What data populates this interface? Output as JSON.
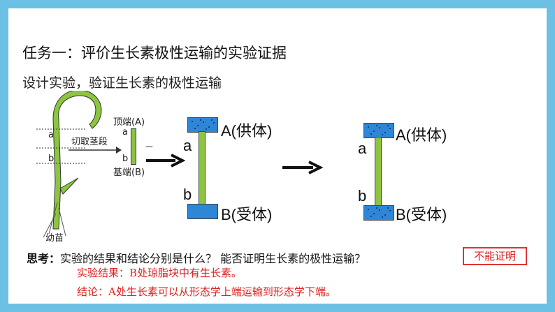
{
  "title": "任务一：评价生长素极性运输的实验证据",
  "subtitle": "设计实验，验证生长素的极性运输",
  "seedling": {
    "label_a": "a",
    "label_b": "b",
    "caption": "幼苗"
  },
  "cut_label": "切取茎段",
  "segment": {
    "top_label": "顶端(A)",
    "bottom_label": "基端(B)",
    "label_a": "a",
    "label_b": "b",
    "mark": "－"
  },
  "setup1": {
    "donor": "A(供体)",
    "receiver": "B(受体)",
    "label_a": "a",
    "label_b": "b"
  },
  "setup2": {
    "donor": "A(供体)",
    "receiver": "B(受体)",
    "label_a": "a",
    "label_b": "b"
  },
  "think": {
    "prefix": "思考：",
    "question": "实验的结果和结论分别是什么？ 能否证明生长素的极性运输？"
  },
  "answer_box": "不能证明",
  "result": "实验结果：B处琼脂块中有生长素。",
  "conclusion": "结论：A处生长素可以从形态学上端运输到形态学下端。",
  "colors": {
    "stem": "#8cc63f",
    "block": "#2e86d6",
    "frame": "#6cc0e3",
    "answer": "#dd2222"
  }
}
